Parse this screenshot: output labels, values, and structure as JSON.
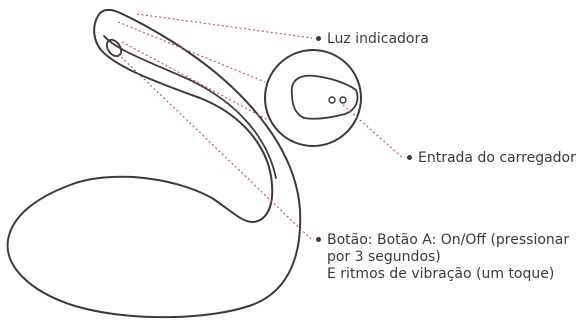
{
  "colors": {
    "outline": "#3a3a3a",
    "leader_line": "#e0457b",
    "text": "#3a3a3a"
  },
  "callouts": {
    "indicator_light": "Luz indicadora",
    "charger_port": "Entrada do carregador",
    "button_line1": "Botão: Botão A: On/Off (pressionar",
    "button_line2": "por 3 segundos)",
    "button_line3": "E ritmos de vibração (um toque)"
  }
}
